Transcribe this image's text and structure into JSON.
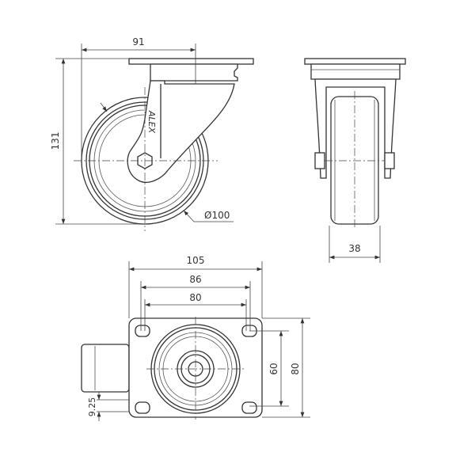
{
  "drawing": {
    "logo_text": "ALEX",
    "side_view": {
      "dim_offset": "91",
      "dim_height": "131",
      "dim_diameter": "Ø100"
    },
    "front_view": {
      "dim_width": "38"
    },
    "top_view": {
      "dim_plate_width": "105",
      "dim_hole_outer": "86",
      "dim_hole_inner": "80",
      "dim_hole_vertical": "60",
      "dim_plate_height": "80",
      "dim_offset": "9.25"
    }
  }
}
